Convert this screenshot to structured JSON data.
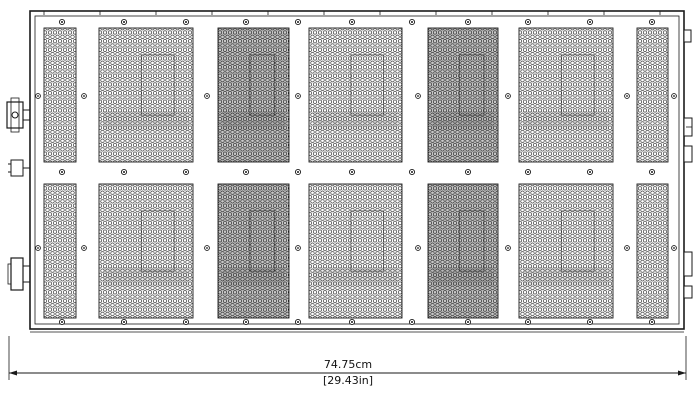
{
  "dimension": {
    "metric": "74.75cm",
    "imperial": "[29.43in]"
  },
  "panels": {
    "rows": 2,
    "columns": 7
  },
  "colors": {
    "line": "#1a1a1a",
    "background": "#ffffff"
  }
}
